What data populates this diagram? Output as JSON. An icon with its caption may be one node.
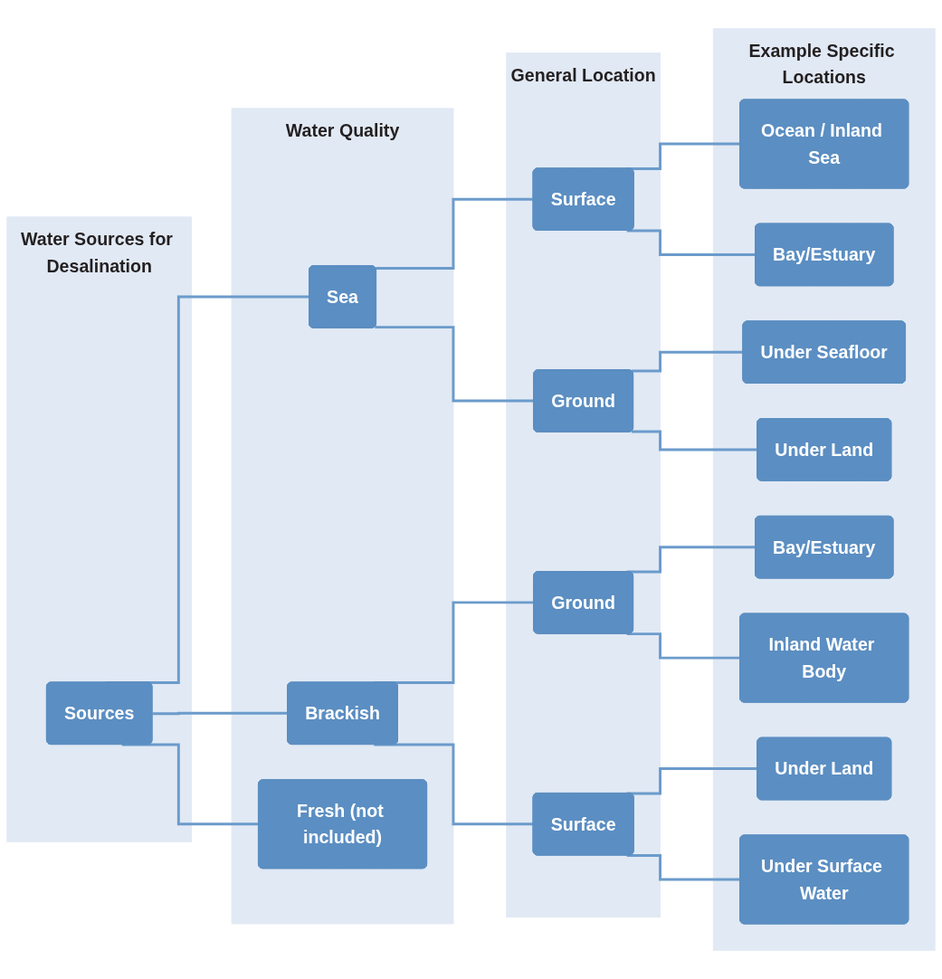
{
  "diagram": {
    "nodes": [
      {
        "text": [
          "Water Sources for Desalination"
        ]
      },
      {
        "text": [
          "Sources"
        ],
        "in": 0
      },
      {
        "text": [
          "Water Quality"
        ]
      },
      {
        "text": [
          "Sea"
        ],
        "in": 2
      },
      {
        "text": [
          "Brackish"
        ],
        "in": 2
      },
      {
        "text": [
          "Fresh (not included)"
        ],
        "in": 2
      },
      {
        "text": [
          "General Location"
        ]
      },
      {
        "text": [
          "Surface"
        ],
        "in": 6
      },
      {
        "text": [
          "Ground"
        ],
        "in": 6
      },
      {
        "text": [
          "Ground"
        ],
        "in": 6
      },
      {
        "text": [
          "Surface"
        ],
        "in": 6
      },
      {
        "text": [
          "Example Specific Locations"
        ]
      },
      {
        "text": [
          "Ocean / Inland Sea"
        ],
        "in": 11
      },
      {
        "text": [
          "Bay/Estuary"
        ],
        "in": 11
      },
      {
        "text": [
          "Under Seafloor"
        ],
        "in": 11
      },
      {
        "text": [
          "Under Land"
        ],
        "in": 11
      },
      {
        "text": [
          "Bay/Estuary"
        ],
        "in": 11
      },
      {
        "text": [
          "Inland Water Body"
        ],
        "in": 11
      },
      {
        "text": [
          "Under Land"
        ],
        "in": 11
      },
      {
        "text": [
          "Under Surface Water"
        ],
        "in": 11
      }
    ],
    "edges": [
      {
        "from": 1,
        "to": 3,
        "arrow": "none"
      },
      {
        "from": 1,
        "to": 4,
        "arrow": "none"
      },
      {
        "from": 1,
        "to": 5,
        "arrow": "none"
      },
      {
        "from": 3,
        "to": 7,
        "arrow": "none"
      },
      {
        "from": 3,
        "to": 8,
        "arrow": "none"
      },
      {
        "from": 4,
        "to": 9,
        "arrow": "none"
      },
      {
        "from": 4,
        "to": 10,
        "arrow": "none"
      },
      {
        "from": 7,
        "to": 12,
        "arrow": "none"
      },
      {
        "from": 7,
        "to": 13,
        "arrow": "none"
      },
      {
        "from": 8,
        "to": 14,
        "arrow": "none"
      },
      {
        "from": 8,
        "to": 15,
        "arrow": "none"
      },
      {
        "from": 9,
        "to": 16,
        "arrow": "none"
      },
      {
        "from": 9,
        "to": 17,
        "arrow": "none"
      },
      {
        "from": 10,
        "to": 18,
        "arrow": "none"
      },
      {
        "from": 10,
        "to": 19,
        "arrow": "none"
      }
    ]
  }
}
